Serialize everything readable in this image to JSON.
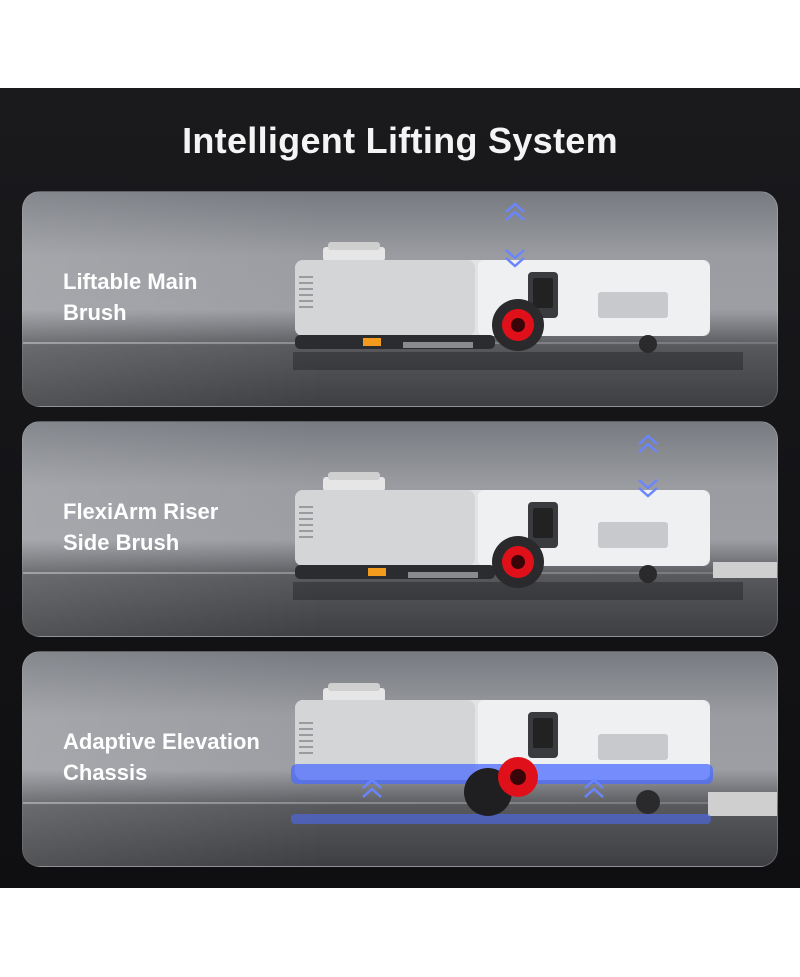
{
  "title": "Intelligent Lifting System",
  "colors": {
    "background_dark": "#141417",
    "card_gray": "#9a9ca1",
    "accent_red": "#e0101a",
    "accent_blue": "#4c6cff",
    "accent_orange": "#f29b1c"
  },
  "features": [
    {
      "line1": "Liftable Main",
      "line2": "Brush"
    },
    {
      "line1": "FlexiArm Riser",
      "line2": "Side Brush"
    },
    {
      "line1": "Adaptive Elevation",
      "line2": "Chassis"
    }
  ]
}
